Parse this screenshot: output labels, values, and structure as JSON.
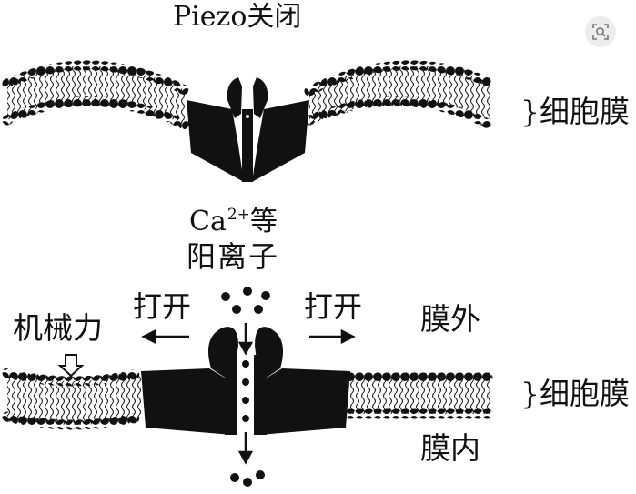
{
  "title": "Piezo关闭",
  "labels": {
    "membrane_top": "}细胞膜",
    "ion_ca": "Ca",
    "ion_charge": "2+",
    "ion_suffix": "等",
    "ion_line2": "阳离子",
    "mechanical_force": "机械力",
    "open_left": "打开",
    "open_right": "打开",
    "outside": "膜外",
    "membrane_bottom": "}细胞膜",
    "inside": "膜内"
  },
  "icons": {
    "image_search": "image-search-icon"
  },
  "colors": {
    "ink": "#111111",
    "background": "#ffffff",
    "button": "#ececec"
  }
}
